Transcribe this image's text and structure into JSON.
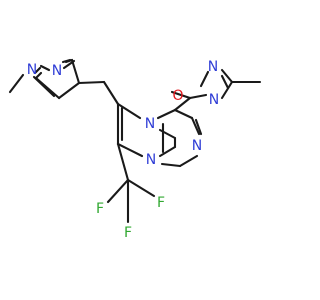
{
  "molecule": {
    "atom_colors": {
      "N": "#2f3dd6",
      "O": "#e0171d",
      "F": "#32a832",
      "C": "#1a1a1a"
    },
    "atom_labels": {
      "n_pz1_methyl": "N",
      "n_pz1_ring": "N",
      "n_pyrimidine": "N",
      "n_bridge": "N",
      "n_pz_fused": "N",
      "o_carbonyl": "O",
      "n_pz2_ring": "N",
      "n_pz2_attach": "N",
      "f_1": "F",
      "f_2": "F",
      "f_3": "F"
    }
  }
}
